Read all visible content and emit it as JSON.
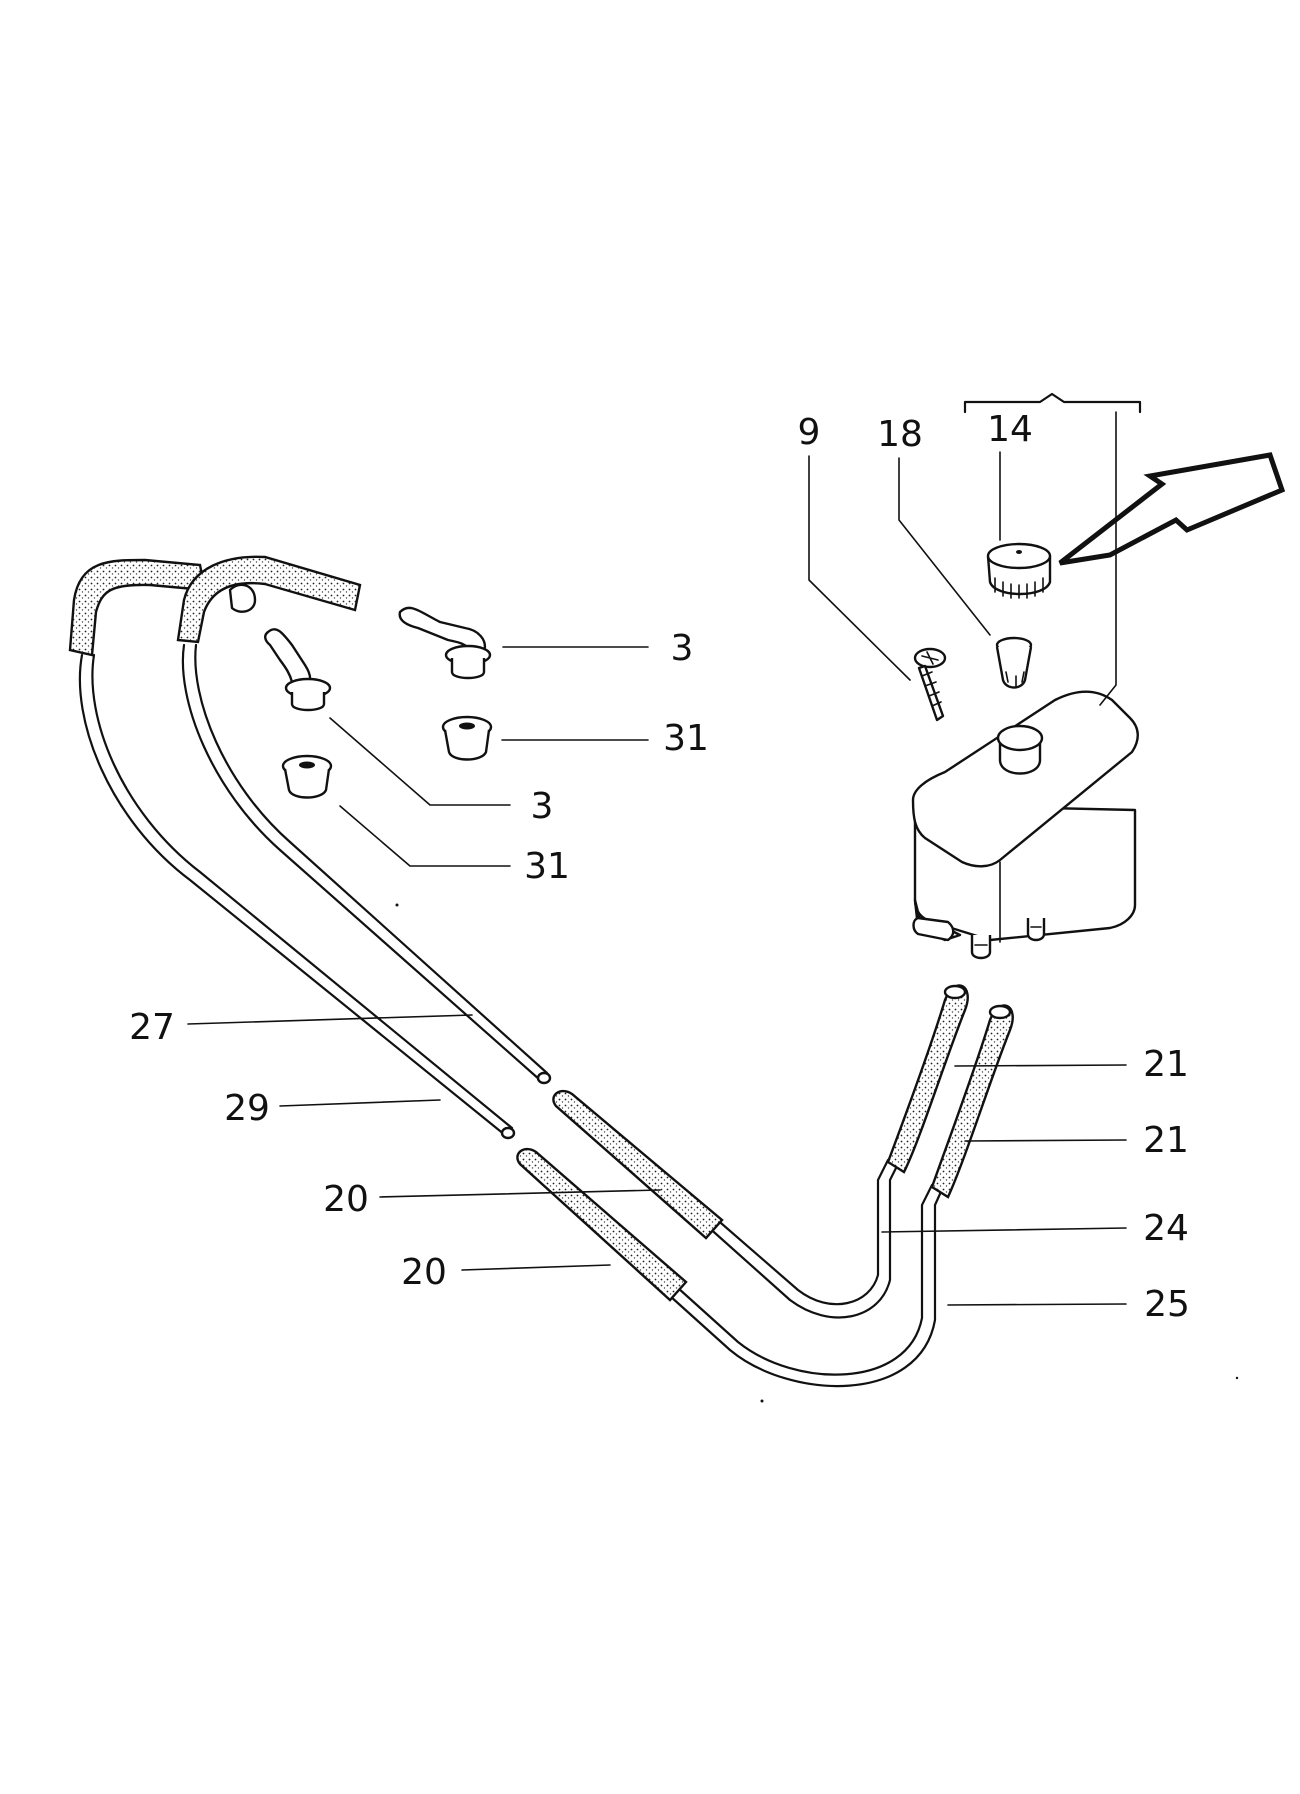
{
  "diagram": {
    "callouts": {
      "c9": "9",
      "c18": "18",
      "c14": "14",
      "c3_top": "3",
      "c31_top": "31",
      "c3_mid": "3",
      "c31_mid": "31",
      "c27": "27",
      "c29": "29",
      "c20_upper": "20",
      "c20_lower": "20",
      "c21_upper": "21",
      "c21_lower": "21",
      "c24": "24",
      "c25": "25"
    },
    "colors": {
      "ink": "#111111",
      "background": "#ffffff"
    }
  }
}
